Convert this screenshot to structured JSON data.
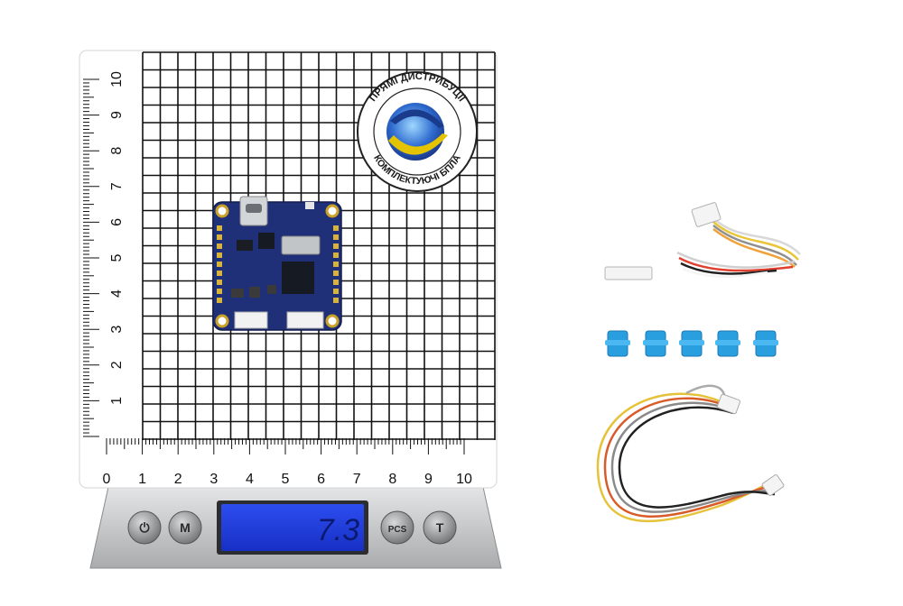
{
  "watermark": {
    "top_text": "ПРЯМІ ДИСТРИБУЦІЇ",
    "bottom_text": "КОМПЛЕКТУЮЧІ БПЛА"
  },
  "ruler": {
    "x_labels": [
      "0",
      "1",
      "2",
      "3",
      "4",
      "5",
      "6",
      "7",
      "8",
      "9",
      "10"
    ],
    "y_labels": [
      "1",
      "2",
      "3",
      "4",
      "5",
      "6",
      "7",
      "8",
      "9",
      "10"
    ]
  },
  "scale": {
    "display_value": "7.3",
    "buttons": [
      "power-button",
      "mode-button",
      "pcs-button",
      "tare-button"
    ],
    "button_labels": [
      "⏻",
      "M",
      "PCS",
      "T"
    ]
  },
  "colors": {
    "lcd": "#1f3de0",
    "pcb": "#1f2f78",
    "connector_blue": "#2a9fe0",
    "scale_body": "#c8cacc"
  },
  "accessories": {
    "connector_caps_count": 5
  }
}
